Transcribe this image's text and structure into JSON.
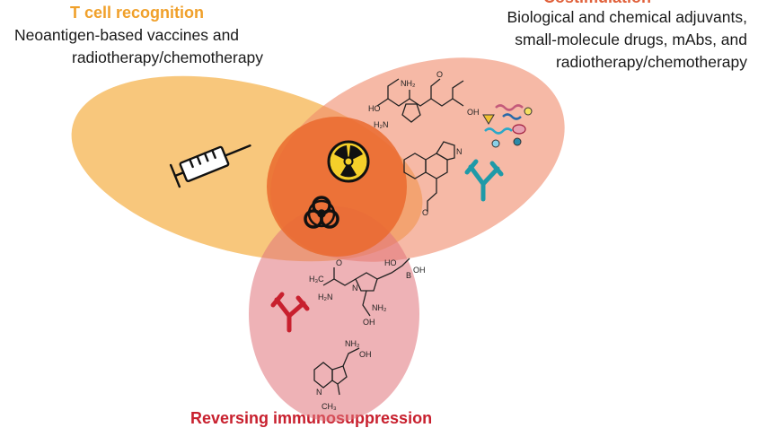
{
  "diagram": {
    "t_cell": {
      "title": "T cell recognition",
      "line1": "Neoantigen-based vaccines and",
      "line2": "radiotherapy/chemotherapy",
      "color": "#f0a02a"
    },
    "costimulation": {
      "title": "Costimulation",
      "line1": "Biological and chemical adjuvants,",
      "line2": "small-molecule drugs, mAbs, and",
      "line3": "radiotherapy/chemotherapy",
      "color": "#e0603a"
    },
    "immunosuppression": {
      "title": "Reversing immunosuppression",
      "color": "#c8202e"
    },
    "molecule_labels": {
      "ho": "HO",
      "h2n": "H₂N",
      "nh2": "NH₂",
      "oh": "OH",
      "b": "B",
      "n": "N",
      "o": "O",
      "h3c": "H₃C",
      "ch3": "CH₃"
    },
    "icons": [
      "syringe-icon",
      "radiation-icon",
      "biohazard-icon",
      "antibody-icon"
    ]
  }
}
